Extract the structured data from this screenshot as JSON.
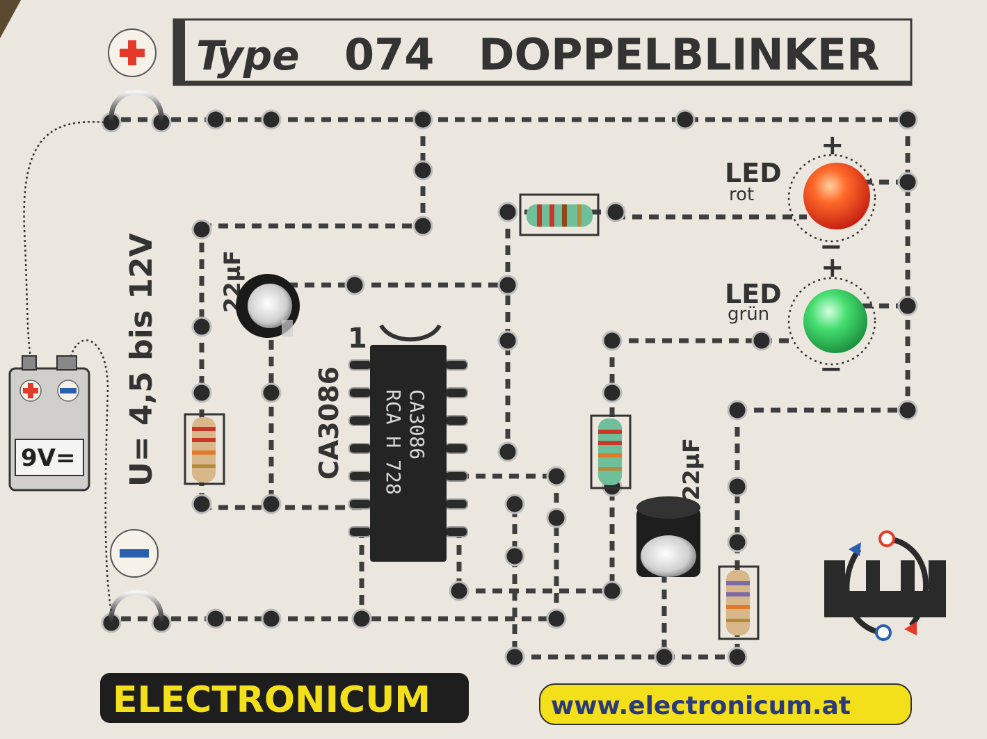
{
  "title": {
    "type_label": "Type",
    "number": "074",
    "name": "DOPPELBLINKER"
  },
  "power": {
    "plus_symbol": "+",
    "minus_symbol": "−",
    "battery_label": "9V=",
    "voltage_label": "U= 4,5 bis 12V"
  },
  "led_red": {
    "label": "LED",
    "sublabel": "rot",
    "plus": "+",
    "minus": "−"
  },
  "led_green": {
    "label": "LED",
    "sublabel": "grün",
    "plus": "+",
    "minus": "−"
  },
  "capacitors": {
    "c1_label": "22µF",
    "c2_label": "22µF"
  },
  "ic": {
    "board_label": "CA3086",
    "pin1_label": "1",
    "marking": [
      "CA3086",
      "RCA H 728"
    ]
  },
  "brand": {
    "name": "ELECTRONICUM",
    "url": "www.electronicum.at"
  },
  "colors": {
    "board": "#ece7de",
    "ink": "#3a3a3a",
    "badge_yellow": "#f4e01a",
    "led_red": "#ff4a1c",
    "led_green": "#3fd86a",
    "plus_red": "#e43a2a",
    "minus_blue": "#2a5fb0"
  }
}
